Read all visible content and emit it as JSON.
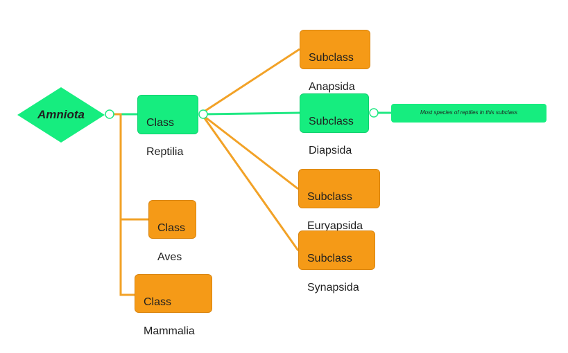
{
  "diagram": {
    "root": {
      "label": "Amniota"
    },
    "classes": {
      "reptilia": {
        "line1": "Class",
        "line2": "Reptilia"
      },
      "aves": {
        "line1": "Class",
        "line2": "Aves"
      },
      "mammalia": {
        "line1": "Class",
        "line2": "Mammalia"
      }
    },
    "subclasses": {
      "anapsida": {
        "line1": "Subclass",
        "line2": "Anapsida"
      },
      "diapsida": {
        "line1": "Subclass",
        "line2": "Diapsida"
      },
      "euryapsida": {
        "line1": "Subclass",
        "line2": "Euryapsida"
      },
      "synapsida": {
        "line1": "Subclass",
        "line2": "Synapsida"
      }
    },
    "note": {
      "text": "Most species of reptiles in this subclass"
    },
    "colors": {
      "orange_node": "#f59a17",
      "green_node": "#16ed7f",
      "orange_connector": "#f2a227",
      "green_connector": "#1fe882"
    }
  }
}
